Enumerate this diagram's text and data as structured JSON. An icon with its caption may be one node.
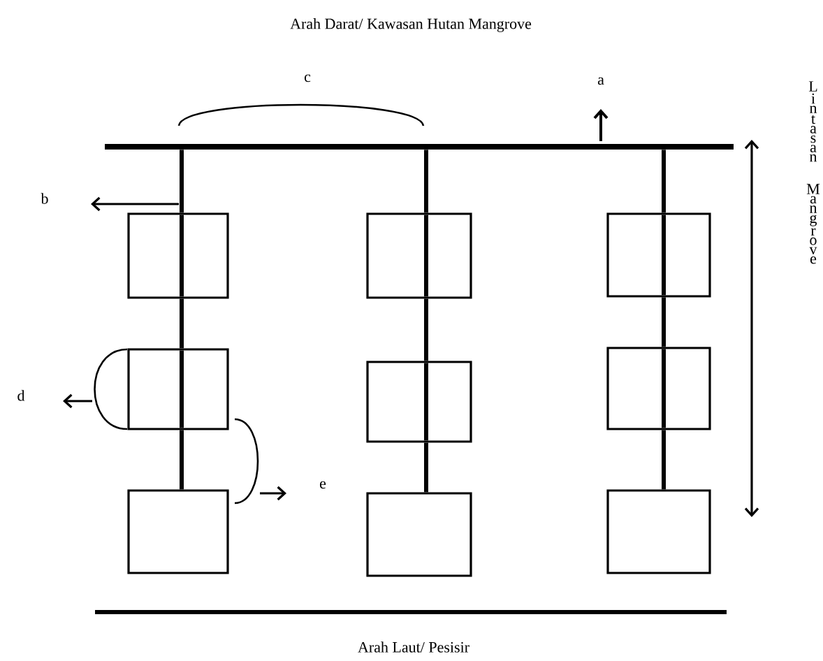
{
  "diagram": {
    "title": "Arah Darat/ Kawasan Hutan Mangrove",
    "nodes": [
      {
        "text": [],
        "shape": "bar"
      },
      {
        "text": [],
        "shape": "box"
      },
      {
        "text": [],
        "shape": "box"
      },
      {
        "text": [],
        "shape": "box"
      },
      {
        "text": [],
        "shape": "box"
      },
      {
        "text": [],
        "shape": "box"
      },
      {
        "text": [],
        "shape": "box"
      },
      {
        "text": [],
        "shape": "box"
      },
      {
        "text": [],
        "shape": "box"
      },
      {
        "text": [],
        "shape": "box"
      }
    ],
    "edges": [
      {
        "from": 0,
        "to": 1,
        "arrow": "none"
      },
      {
        "from": 1,
        "to": 4,
        "arrow": "none"
      },
      {
        "from": 4,
        "to": 7,
        "arrow": "none"
      },
      {
        "from": 0,
        "to": 2,
        "arrow": "none"
      },
      {
        "from": 2,
        "to": 5,
        "arrow": "none"
      },
      {
        "from": 5,
        "to": 8,
        "arrow": "none"
      },
      {
        "from": 0,
        "to": 3,
        "arrow": "none"
      },
      {
        "from": 3,
        "to": 6,
        "arrow": "none"
      },
      {
        "from": 6,
        "to": 9,
        "arrow": "none"
      }
    ],
    "labels": [
      "c",
      "a",
      "Lintasan Mangrove",
      "b",
      "d",
      "e",
      "Arah Laut/ Pesisir"
    ]
  }
}
